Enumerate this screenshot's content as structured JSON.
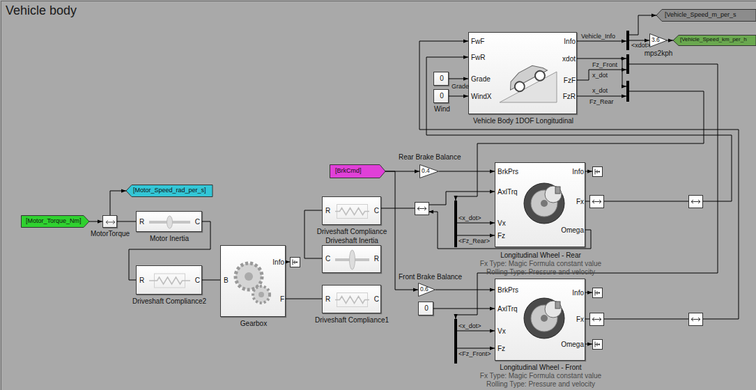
{
  "diagram": {
    "title": "Vehicle body",
    "nodes": [
      {
        "text": [
          "FwF",
          "FwR",
          "Grade",
          "WindX",
          "Info",
          "xdot",
          "FzF",
          "FzR",
          "Vehicle Body 1DOF Longitudinal"
        ]
      },
      {
        "text": [
          "0",
          "Grade"
        ]
      },
      {
        "text": [
          "0",
          "Wind"
        ]
      },
      {
        "text": [
          "[Vehicle_Speed_m_per_s"
        ]
      },
      {
        "text": [
          "3.6",
          "mps2kph"
        ]
      },
      {
        "text": [
          "[Vehicle_Speed_km_per_h"
        ]
      },
      {
        "text": [
          "[BrkCmd]"
        ]
      },
      {
        "text": [
          "0.4",
          "Rear Brake Balance"
        ]
      },
      {
        "text": [
          "BrkPrs",
          "AxlTrq",
          "Vx",
          "Fz",
          "Info",
          "Fx",
          "Omega",
          "Longitudinal Wheel - Rear",
          "Fx Type: Magic Formula constant value",
          "Rolling Type: Pressure and velocity"
        ]
      },
      {
        "text": [
          "[Motor_Speed_rad_per_s]"
        ]
      },
      {
        "text": [
          "R",
          "C",
          "Driveshaft Compliance"
        ]
      },
      {
        "text": [
          "[Motor_Torque_Nm]"
        ]
      },
      {
        "text": [
          "MotorTorque"
        ]
      },
      {
        "text": [
          "R",
          "C",
          "Motor Inertia"
        ]
      },
      {
        "text": [
          "C",
          "R",
          "Driveshaft Inertia"
        ]
      },
      {
        "text": [
          "B",
          "Info",
          "F",
          "Gearbox"
        ]
      },
      {
        "text": [
          "R",
          "C",
          "Driveshaft Compliance2"
        ]
      },
      {
        "text": [
          "0.6",
          "Front Brake Balance"
        ]
      },
      {
        "text": [
          "0"
        ]
      },
      {
        "text": [
          "R",
          "C",
          "Driveshaft Compliance1"
        ]
      },
      {
        "text": [
          "BrkPrs",
          "AxlTrq",
          "Vx",
          "Fz",
          "Info",
          "Fx",
          "Omega",
          "Longitudinal Wheel - Front",
          "Fx Type: Magic Formula constant value",
          "Rolling Type: Pressure and velocity"
        ]
      }
    ],
    "edges": [
      {
        "from": 1,
        "to": 0,
        "arrow": "to"
      },
      {
        "from": 2,
        "to": 0,
        "arrow": "to"
      },
      {
        "from": 4,
        "to": 5,
        "arrow": "to"
      },
      {
        "from": 6,
        "to": 7,
        "arrow": "to"
      },
      {
        "from": 7,
        "to": 8,
        "arrow": "to"
      },
      {
        "from": 6,
        "to": 17,
        "arrow": "to"
      },
      {
        "from": 17,
        "to": 20,
        "arrow": "to"
      },
      {
        "from": 18,
        "to": 20,
        "arrow": "to"
      },
      {
        "from": 11,
        "to": 12,
        "arrow": "to"
      },
      {
        "from": 12,
        "to": 9,
        "arrow": "to"
      },
      {
        "from": 12,
        "to": 13,
        "arrow": "none"
      },
      {
        "from": 13,
        "to": 16,
        "arrow": "none"
      },
      {
        "from": 16,
        "to": 15,
        "arrow": "none"
      },
      {
        "from": 10,
        "to": 14,
        "arrow": "none"
      },
      {
        "from": 15,
        "to": 19,
        "arrow": "none"
      }
    ],
    "labels": [
      "Vehicle_Info",
      "<xdot>",
      "Fz_Front",
      "x_dot",
      "x_dot",
      "Fz_Rear",
      "<x_dot>",
      "<Fz_Rear>",
      "<x_dot>",
      "<Fz_Front>"
    ]
  }
}
